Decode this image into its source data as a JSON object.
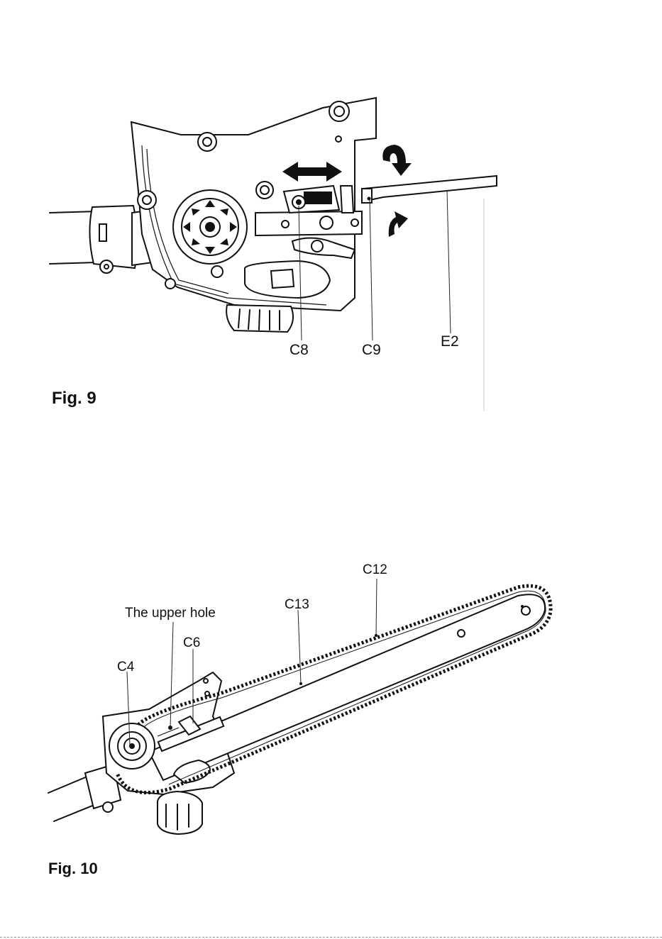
{
  "fig9": {
    "caption": "Fig. 9",
    "labels": {
      "c8": "C8",
      "c9": "C9",
      "e2": "E2"
    }
  },
  "fig10": {
    "caption": "Fig. 10",
    "labels": {
      "upper_hole": "The upper hole",
      "c4": "C4",
      "c6": "C6",
      "c13": "C13",
      "c12": "C12"
    }
  }
}
